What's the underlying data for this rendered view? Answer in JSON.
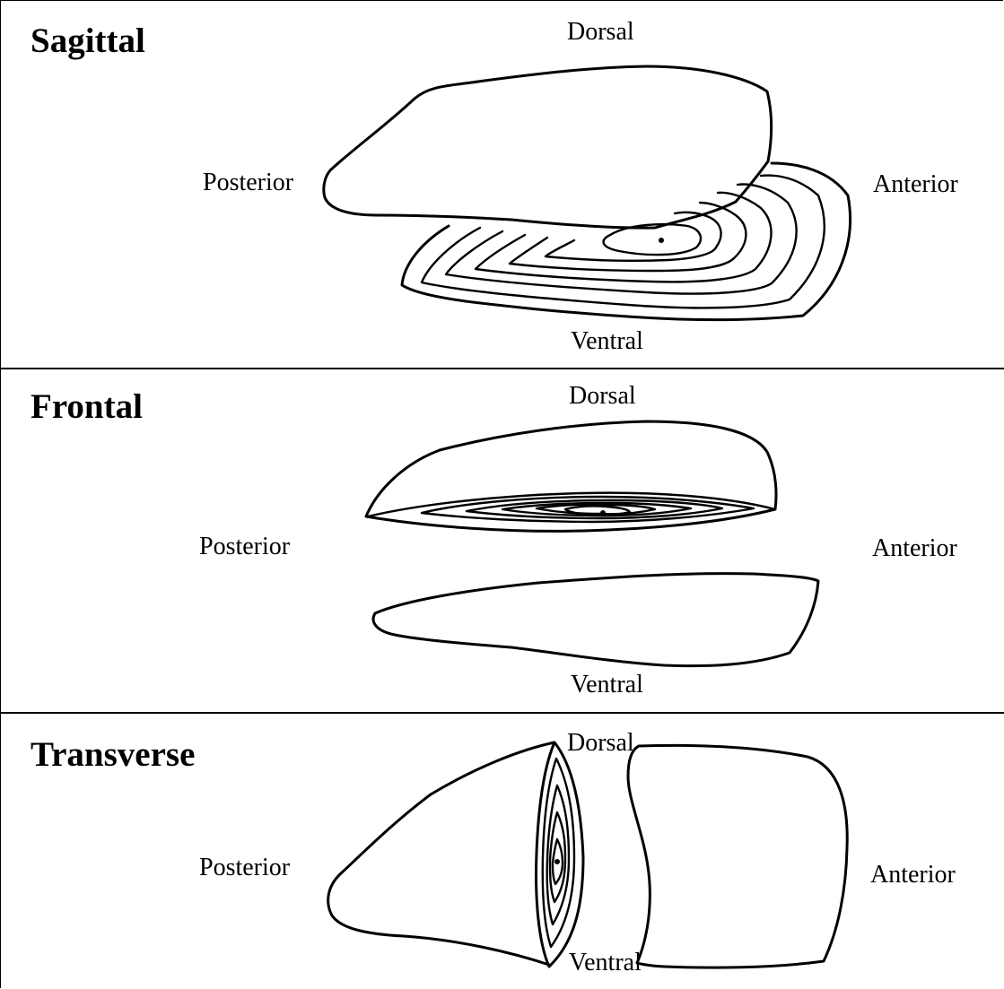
{
  "panels": [
    {
      "title": "Sagittal",
      "dorsal": "Dorsal",
      "ventral": "Ventral",
      "posterior": "Posterior",
      "anterior": "Anterior"
    },
    {
      "title": "Frontal",
      "dorsal": "Dorsal",
      "ventral": "Ventral",
      "posterior": "Posterior",
      "anterior": "Anterior"
    },
    {
      "title": "Transverse",
      "dorsal": "Dorsal",
      "ventral": "Ventral",
      "posterior": "Posterior",
      "anterior": "Anterior"
    }
  ]
}
